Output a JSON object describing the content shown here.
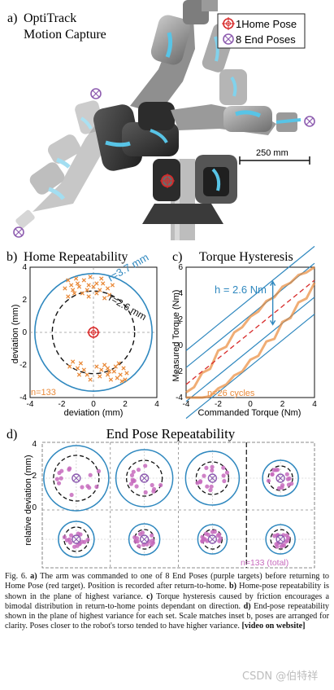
{
  "panel_a": {
    "label": "a)",
    "title_line1": "OptiTrack",
    "title_line2": "Motion Capture",
    "legend_home": "1Home Pose",
    "legend_end": "8 End Poses",
    "scale": "250 mm"
  },
  "panel_b": {
    "label": "b)",
    "title": "Home Repeatability",
    "xlabel": "deviation (mm)",
    "ylabel": "deviation (mm)",
    "outer_radius_label": "r=3.7 mm",
    "inner_radius_label": "r=2.6 mm",
    "n_label": "n=133",
    "ticks": [
      "-4",
      "-2",
      "0",
      "2",
      "4"
    ]
  },
  "panel_c": {
    "label": "c)",
    "title": "Torque Hysteresis",
    "xlabel": "Commanded Torque (Nm)",
    "ylabel": "Measured Torque (Nm)",
    "h_label": "h = 2.6 Nm",
    "n_label": "n=26 cycles",
    "xticks": [
      "-4",
      "-2",
      "0",
      "2",
      "4"
    ],
    "yticks": [
      "-4",
      "-2",
      "0",
      "2",
      "4",
      "6"
    ]
  },
  "panel_d": {
    "label": "d)",
    "title": "End Pose Repeatability",
    "ylabel": "relative deviation (mm)",
    "yticks": [
      "4",
      "2",
      "0"
    ],
    "n_label": "n=133  (total)"
  },
  "caption": {
    "fig": "Fig. 6.",
    "a_tag": "a)",
    "a_text": " The arm was commanded to one of 8 End Poses (purple targets) before returning to Home Pose (red target). Position is recorded after return-to-home. ",
    "b_tag": "b)",
    "b_text": " Home-pose repeatability is shown in the plane of highest variance. ",
    "c_tag": "c)",
    "c_text": " Torque hysteresis caused by friction encourages a bimodal distribution in return-to-home points dependant on direction. ",
    "d_tag": "d)",
    "d_text": " End-pose repeatability shown in the plane of highest variance for each set. Scale matches inset b, poses are arranged for clarity. Poses closer to the robot's torso tended to have higher variance. ",
    "video": "[video on website]"
  },
  "watermark": "CSDN @伯特祥",
  "chart_data": [
    {
      "type": "scatter",
      "title": "Home Repeatability",
      "xlabel": "deviation (mm)",
      "ylabel": "deviation (mm)",
      "xlim": [
        -4,
        4
      ],
      "ylim": [
        -4,
        4
      ],
      "circles_r": [
        3.7,
        2.6
      ],
      "series": [
        {
          "points": [
            [
              -1.6,
              3.2
            ],
            [
              -1.1,
              3.3
            ],
            [
              -0.6,
              3.2
            ],
            [
              -0.3,
              2.9
            ],
            [
              0.2,
              3.0
            ],
            [
              0.6,
              3.0
            ],
            [
              0.9,
              2.7
            ],
            [
              0.4,
              2.6
            ],
            [
              -0.9,
              2.8
            ],
            [
              -1.4,
              2.9
            ],
            [
              -1.8,
              2.7
            ],
            [
              -1.2,
              2.4
            ],
            [
              -0.7,
              2.4
            ],
            [
              -0.3,
              2.2
            ],
            [
              0.2,
              2.4
            ],
            [
              1.0,
              2.3
            ],
            [
              -1.6,
              2.2
            ],
            [
              -0.4,
              2.6
            ],
            [
              0.7,
              2.1
            ],
            [
              0.0,
              2.8
            ],
            [
              1.2,
              2.9
            ],
            [
              0.5,
              3.3
            ],
            [
              -0.2,
              3.4
            ],
            [
              -1.0,
              3.0
            ],
            [
              -1.3,
              2.6
            ],
            [
              0.5,
              -2.3
            ],
            [
              0.9,
              -2.6
            ],
            [
              1.3,
              -2.4
            ],
            [
              1.7,
              -2.6
            ],
            [
              1.9,
              -2.2
            ],
            [
              1.5,
              -2.8
            ],
            [
              2.0,
              -2.9
            ],
            [
              1.1,
              -2.9
            ],
            [
              0.7,
              -2.0
            ],
            [
              1.6,
              -1.9
            ],
            [
              -0.4,
              -2.6
            ],
            [
              -0.8,
              -1.9
            ],
            [
              -1.0,
              -2.2
            ],
            [
              -1.3,
              -1.8
            ],
            [
              -0.6,
              -2.3
            ],
            [
              0.2,
              -2.1
            ],
            [
              2.1,
              -2.5
            ],
            [
              1.8,
              -3.0
            ],
            [
              1.4,
              -2.1
            ],
            [
              0.9,
              -2.2
            ],
            [
              -0.2,
              -2.9
            ],
            [
              -1.5,
              -2.1
            ],
            [
              -0.9,
              -2.6
            ],
            [
              0.4,
              -2.7
            ],
            [
              1.0,
              -2.4
            ]
          ]
        }
      ]
    },
    {
      "type": "line",
      "title": "Torque Hysteresis",
      "xlabel": "Commanded Torque (Nm)",
      "ylabel": "Measured Torque (Nm)",
      "xlim": [
        -4,
        4
      ],
      "ylim": [
        -4,
        6
      ],
      "series": [
        {
          "x": [
            -4,
            -3.5,
            -3,
            -2.5,
            -2,
            -1.5,
            -1,
            -0.5,
            0,
            0.5,
            1,
            1.5,
            2,
            2.5,
            3,
            3.5,
            4
          ],
          "y": [
            -3.6,
            -3.2,
            -2.1,
            -1.8,
            -0.4,
            -0.1,
            1.0,
            1.4,
            2.2,
            2.6,
            3.4,
            3.7,
            4.5,
            4.8,
            5.4,
            5.6,
            6.0
          ]
        },
        {
          "x": [
            4,
            3.5,
            3,
            2.5,
            2,
            1.5,
            1,
            0.5,
            0,
            -0.5,
            -1,
            -1.5,
            -2,
            -2.5,
            -3,
            -3.5,
            -4
          ],
          "y": [
            4.8,
            3.6,
            3.3,
            2.1,
            1.8,
            0.5,
            0.3,
            -0.8,
            -1.1,
            -2.0,
            -2.3,
            -3.0,
            -3.3,
            -3.9,
            -4.0,
            -4.0,
            -4.0
          ]
        }
      ],
      "annotations": [
        "h = 2.6 Nm",
        "n=26 cycles"
      ]
    }
  ]
}
